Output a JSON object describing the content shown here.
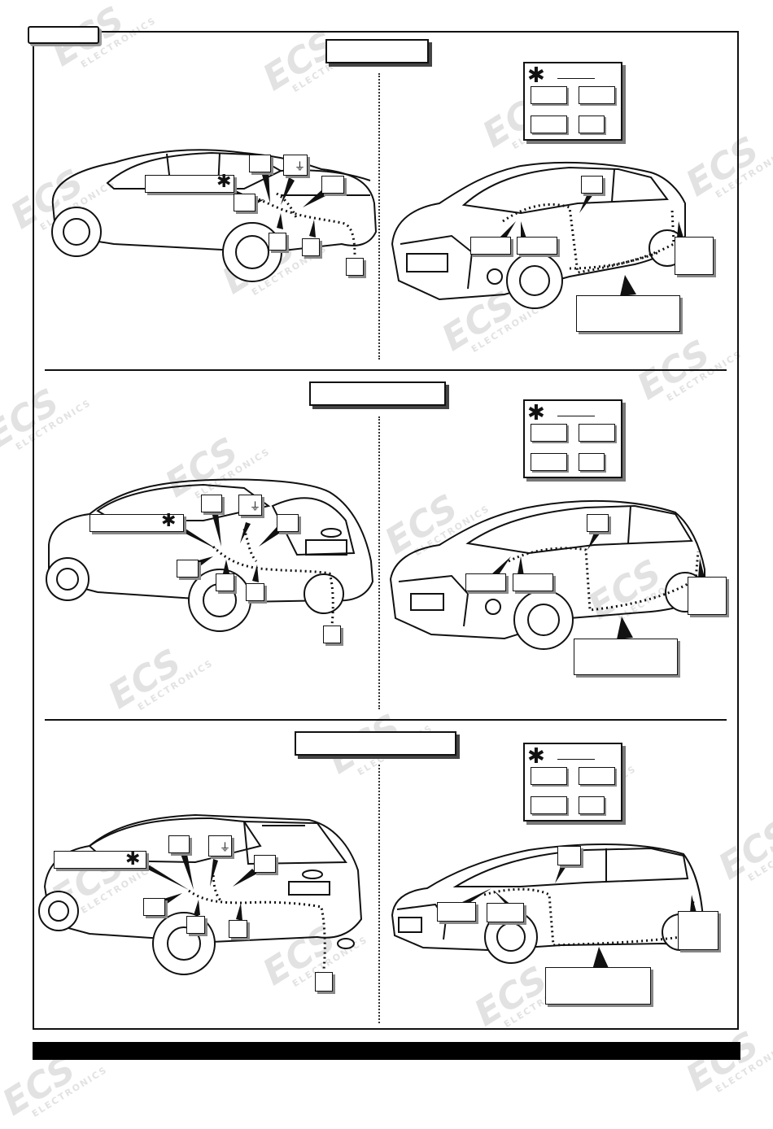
{
  "watermark": {
    "brand": "ECS",
    "sub": "ELECTRONICS",
    "color": "#cccccc"
  },
  "asterisk": "✱",
  "sections": [
    {
      "name": "sedan",
      "title": "",
      "legend_title": ""
    },
    {
      "name": "hatchback",
      "title": "",
      "legend_title": ""
    },
    {
      "name": "estate",
      "title": "",
      "legend_title": ""
    }
  ],
  "colors": {
    "ink": "#111111",
    "bar": "#000000"
  }
}
